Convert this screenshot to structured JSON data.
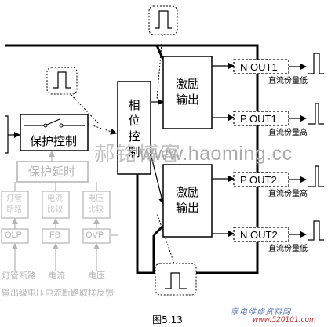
{
  "blocks": {
    "protect_ctrl": "保护控制",
    "protect_delay": "保护延时",
    "phase_ctrl": [
      "相",
      "位",
      "控",
      "制"
    ],
    "drive1": [
      "激励",
      "输出"
    ],
    "drive2": [
      "激励",
      "输出"
    ]
  },
  "outputs": [
    {
      "label": "N OUT1",
      "note": "直流份量低"
    },
    {
      "label": "P OUT1",
      "note": "直流份量高"
    },
    {
      "label": "P OUT2",
      "note": "直流份量高"
    },
    {
      "label": "N OUT2",
      "note": "直流份量低"
    }
  ],
  "compare_blocks": [
    [
      "灯管",
      "断路"
    ],
    [
      "电流",
      "比较"
    ],
    [
      "电压",
      "比较"
    ]
  ],
  "pins": [
    "OLP",
    "FB",
    "OVP"
  ],
  "bottom_labels": [
    "灯管断路",
    "电流",
    "电压"
  ],
  "bottom_note": "输出级电压电流断路取样反馈",
  "watermark": "www.haoming.cc",
  "watermark_cn": "郝铭博客",
  "caption": "图5.13",
  "site_name": "家电维修资料网",
  "site_url": "www.520101.com"
}
